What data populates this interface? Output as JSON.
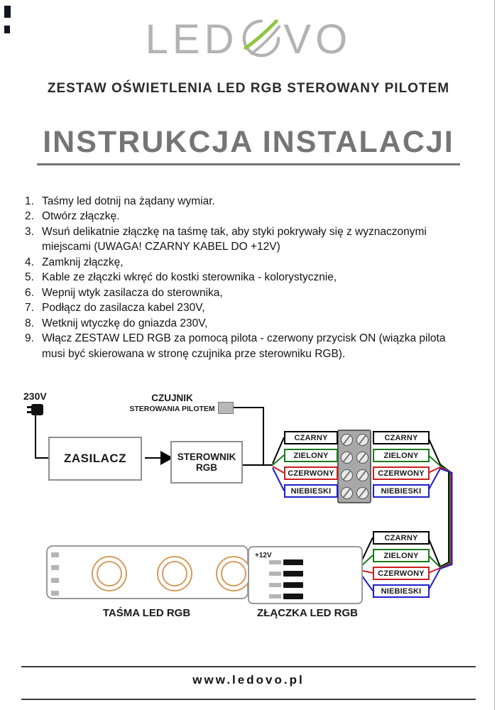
{
  "header": {
    "logo_left": "LED",
    "logo_right": "VO",
    "tagline": "ZESTAW OŚWIETLENIA LED RGB STEROWANY PILOTEM",
    "title": "INSTRUKCJA INSTALACJI"
  },
  "steps": [
    {
      "num": "1.",
      "text": "Taśmy led dotnij na żądany wymiar."
    },
    {
      "num": "2.",
      "text": "Otwórz złączkę."
    },
    {
      "num": "3.",
      "text": "Wsuń delikatnie złączkę na taśmę tak, aby styki pokrywały się z wyznaczonymi miejscami (UWAGA! CZARNY KABEL DO +12V)"
    },
    {
      "num": "4.",
      "text": "Zamknij złączkę,"
    },
    {
      "num": "5.",
      "text": "Kable ze złączki wkręć do kostki sterownika - kolorystycznie,"
    },
    {
      "num": "6.",
      "text": "Wepnij wtyk zasilacza do sterownika,"
    },
    {
      "num": "7.",
      "text": "Podłącz do zasilacza kabel 230V,"
    },
    {
      "num": "8.",
      "text": "Wetknij wtyczkę do gniazda 230V,"
    },
    {
      "num": "9.",
      "text": "Włącz ZESTAW LED RGB za pomocą pilota - czerwony przycisk ON (wiązka pilota musi być skierowana w stronę czujnika prze sterowniku RGB)."
    }
  ],
  "diagram": {
    "power_label": "230V",
    "sensor_title": "CZUJNIK",
    "sensor_subtitle": "STEROWANIA PILOTEM",
    "psu_label": "ZASILACZ",
    "controller_line1": "STEROWNIK",
    "controller_line2": "RGB",
    "plus12v_label": "+12V",
    "strip_caption": "TAŚMA LED RGB",
    "connector_caption": "ZŁĄCZKA LED RGB",
    "wires": [
      {
        "label": "CZARNY",
        "color": "#000000"
      },
      {
        "label": "ZIELONY",
        "color": "#1a7a1a"
      },
      {
        "label": "CZERWONY",
        "color": "#cc1f1f"
      },
      {
        "label": "NIEBIESKI",
        "color": "#1f1fcc"
      }
    ]
  },
  "footer": {
    "url": "www.ledovo.pl"
  },
  "colors": {
    "logo_gray": "#b3b3b3",
    "logo_green": "#8dc63f"
  }
}
